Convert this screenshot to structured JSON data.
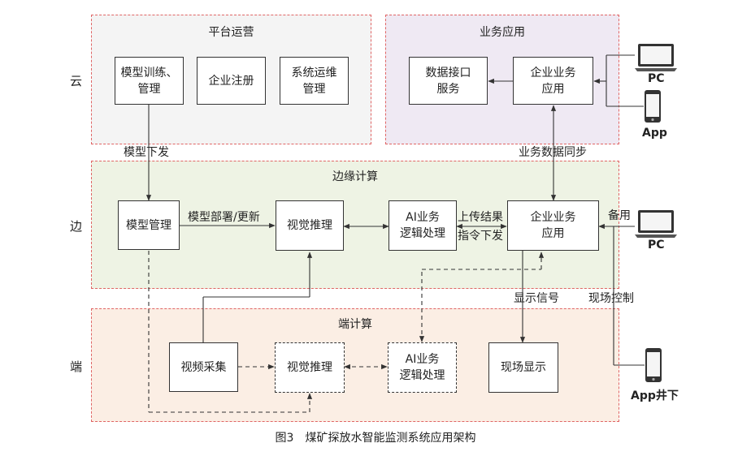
{
  "tiers": {
    "cloud": "云",
    "edge": "边",
    "end": "端"
  },
  "zones": {
    "platform": "平台运营",
    "business": "业务应用",
    "edge": "边缘计算",
    "end": "端计算"
  },
  "boxes": {
    "model_training": "模型训练、\n管理",
    "enterprise_register": "企业注册",
    "system_ops": "系统运维\n管理",
    "data_interface": "数据接口\n服务",
    "cloud_enterprise_app": "企业业务\n应用",
    "model_management": "模型管理",
    "edge_visual_inference": "视觉推理",
    "edge_ai_logic": "AI业务\n逻辑处理",
    "edge_enterprise_app": "企业业务\n应用",
    "video_capture": "视频采集",
    "end_visual_inference": "视觉推理",
    "end_ai_logic": "AI业务\n逻辑处理",
    "onsite_display": "现场显示"
  },
  "labels": {
    "model_dispatch": "模型下发",
    "business_data_sync": "业务数据同步",
    "model_deploy_update": "模型部署/更新",
    "upload_result": "上传结果",
    "command_dispatch": "指令下发",
    "backup": "备用",
    "display_signal": "显示信号",
    "onsite_control": "现场控制"
  },
  "devices": {
    "pc_cloud": "PC",
    "app_cloud": "App",
    "pc_edge": "PC",
    "app_underground": "App井下"
  },
  "caption": "图3　煤矿探放水智能监测系统应用架构"
}
